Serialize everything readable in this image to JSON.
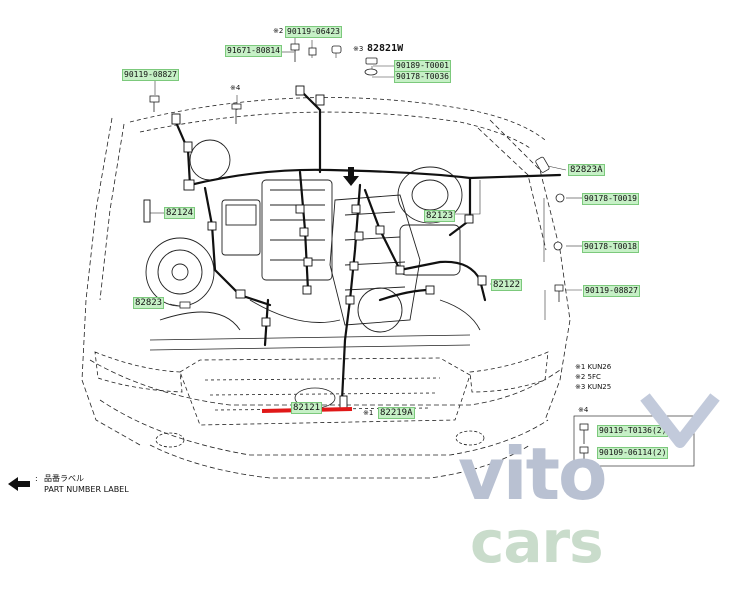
{
  "part_labels": {
    "p90119_06423": "90119-06423",
    "p91671_80814": "91671-80814",
    "p82821W": "82821W",
    "p90189_T0001": "90189-T0001",
    "p90178_T0036": "90178-T0036",
    "p90119_08827_left": "90119-08827",
    "p82823A": "82823A",
    "p82124": "82124",
    "p82123": "82123",
    "p90178_T0019": "90178-T0019",
    "p90178_T0018": "90178-T0018",
    "p82122": "82122",
    "p90119_08827_right": "90119-08827",
    "p82823": "82823",
    "p82121": "82121",
    "p82219A": "82219A"
  },
  "marks": {
    "m2": "※2",
    "m3": "※3",
    "m4": "※4",
    "m1": "※1",
    "m4_box": "※4"
  },
  "notes": {
    "line1": "※1 KUN26",
    "line2": "※2 5FC",
    "line3": "※3 KUN25"
  },
  "box_parts": {
    "a": "90119-T0136(2)",
    "b": "90109-06114(2)"
  },
  "legend": {
    "arrow": "←",
    "colon": ":",
    "jp": "品番ラベル",
    "en": "PART NUMBER LABEL"
  },
  "watermark": {
    "vito": "vito",
    "cars": "cars"
  },
  "colors": {
    "highlight": "#c6f0c6",
    "line": "#1a1a1a",
    "red_mark": "#e01818",
    "watermark_vito": "#b9c1d2",
    "watermark_cars": "#c9dccb"
  }
}
